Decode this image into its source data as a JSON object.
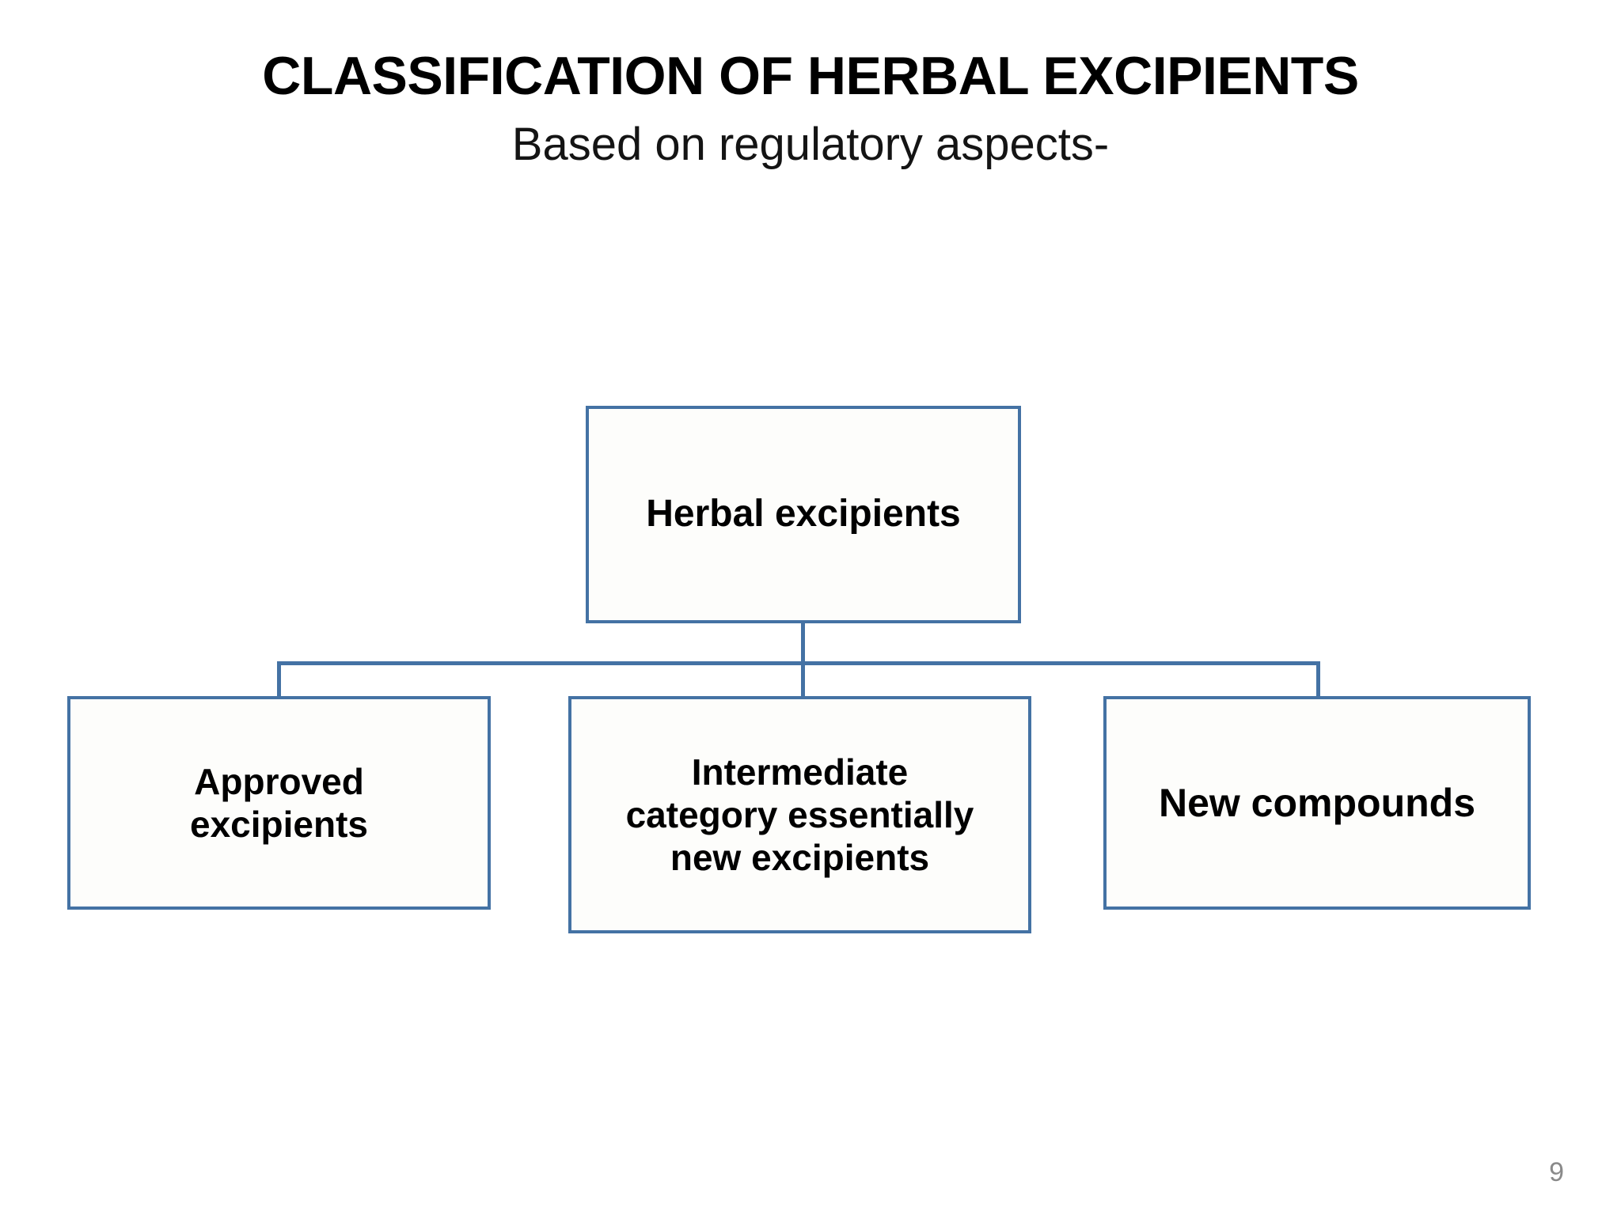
{
  "slide": {
    "title": "CLASSIFICATION OF HERBAL EXCIPIENTS",
    "subtitle": "Based on regulatory aspects-",
    "page_number": "9",
    "background_color": "#ffffff",
    "accent_color": "#4472a4",
    "text_color": "#000000",
    "page_number_color": "#8a8a8a"
  },
  "diagram": {
    "type": "org-chart",
    "root": {
      "id": "herbal-excipients",
      "label": "Herbal excipients"
    },
    "children": [
      {
        "id": "approved-excipients",
        "label": "Approved\nexcipients"
      },
      {
        "id": "intermediate-category-essentially-new-excipients",
        "label": "Intermediate\ncategory essentially\nnew excipients"
      },
      {
        "id": "new-compounds",
        "label": "New compounds"
      }
    ]
  }
}
